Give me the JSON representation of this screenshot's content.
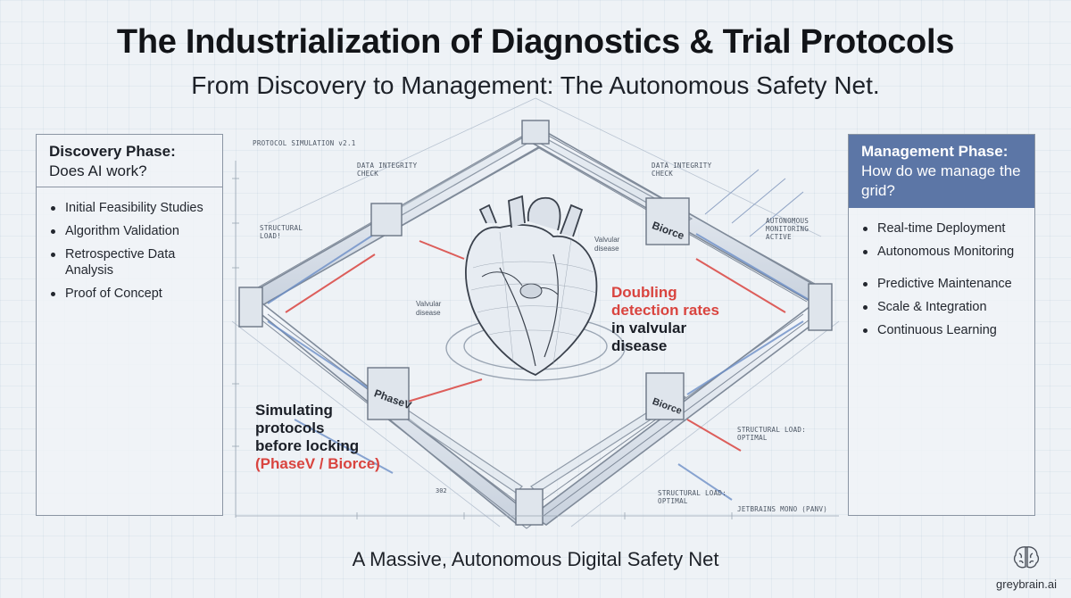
{
  "header": {
    "title": "The Industrialization of Diagnostics & Trial Protocols",
    "subtitle": "From Discovery to Management: The Autonomous Safety Net."
  },
  "left_panel": {
    "heading_bold": "Discovery Phase:",
    "heading": "Does AI work?",
    "items": [
      "Initial Feasibility Studies",
      "Algorithm Validation",
      "Retrospective Data Analysis",
      "Proof of Concept"
    ]
  },
  "right_panel": {
    "heading_bold": "Management Phase:",
    "heading": "How do we manage the grid?",
    "items": [
      "Real-time Deployment",
      "Autonomous Monitoring",
      "Predictive Maintenance",
      "Scale & Integration",
      "Continuous Learning"
    ],
    "accent_color": "#5c76a6"
  },
  "diagram": {
    "corner_label": "PROTOCOL SIMULATION v2.1",
    "labels": {
      "integrity_left": "DATA INTEGRITY CHECK",
      "integrity_right": "DATA INTEGRITY CHECK",
      "structural_left": "STRUCTURAL LOAD!",
      "autonomous": "AUTONOMOUS MONITORING ACTIVE",
      "valvular_top": "Valvular disease",
      "valvular_left": "Valvular disease",
      "structural_right": "STRUCTURAL LOAD: OPTIMAL",
      "structural_bottom": "STRUCTURAL LOAD: OPTIMAL",
      "font_note": "JETBRAINS MONO (PANV)",
      "dimension": "302",
      "node_right": "Biorce",
      "node_left": "PhaseV",
      "node_bottom_right": "Biorce"
    },
    "callout_right": {
      "line1": "Doubling",
      "line2": "detection rates",
      "line3": "in valvular",
      "line4": "disease"
    },
    "callout_left": {
      "line1": "Simulating",
      "line2": "protocols",
      "line3": "before locking",
      "line4": "(PhaseV / Biorce)"
    },
    "colors": {
      "red": "#d9443f",
      "blue": "#5c76a6",
      "frame": "#7f8a99"
    }
  },
  "footer": {
    "caption": "A Massive, Autonomous Digital Safety Net"
  },
  "brand": {
    "name": "greybrain.ai"
  }
}
